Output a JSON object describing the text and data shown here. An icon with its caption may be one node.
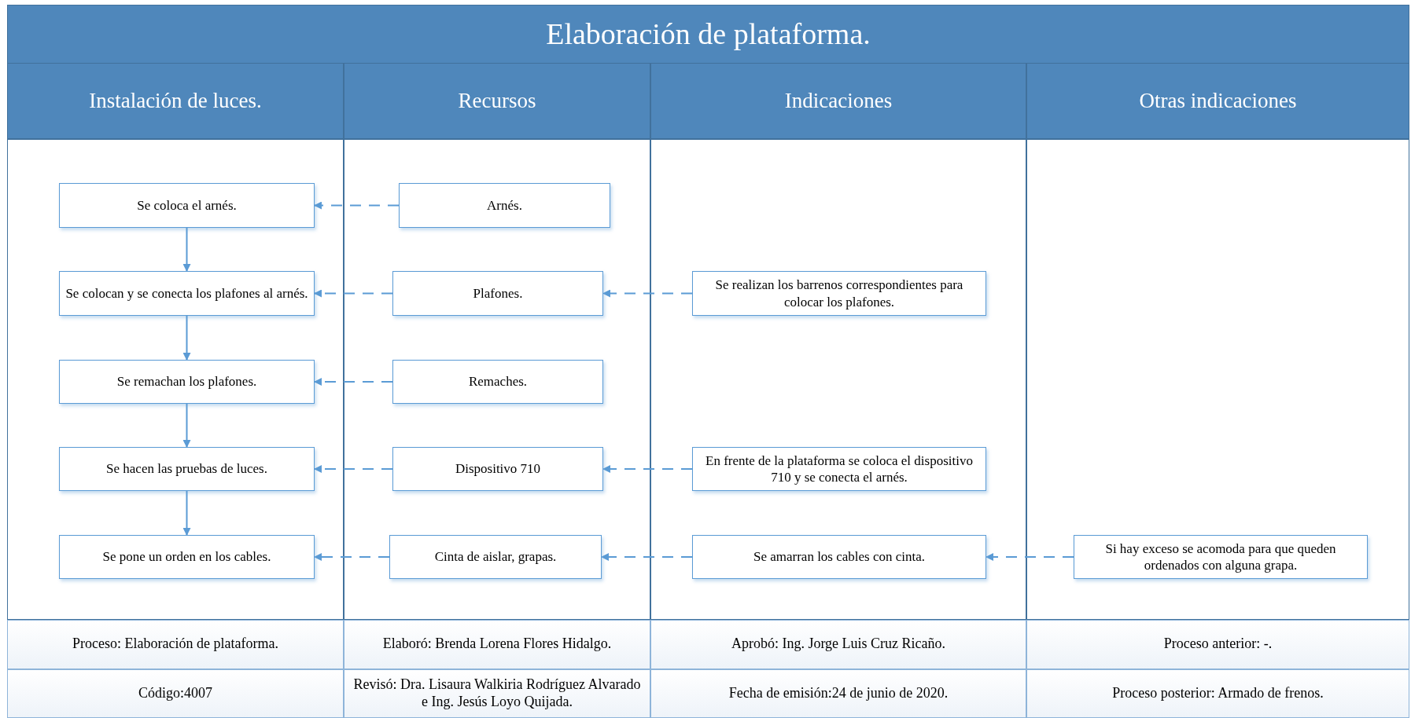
{
  "diagram": {
    "title": "Elaboración de plataforma.",
    "nodes": [
      {
        "text": [
          "Instalación de luces."
        ]
      },
      {
        "text": [
          "Recursos"
        ]
      },
      {
        "text": [
          "Indicaciones"
        ]
      },
      {
        "text": [
          "Otras indicaciones"
        ]
      },
      {
        "text": [
          "Se coloca el arnés."
        ],
        "in": 0
      },
      {
        "text": [
          "Se colocan y se conecta los plafones al arnés."
        ],
        "in": 0
      },
      {
        "text": [
          "Se remachan los plafones."
        ],
        "in": 0
      },
      {
        "text": [
          "Se hacen las pruebas de luces."
        ],
        "in": 0
      },
      {
        "text": [
          "Se pone un orden en los cables."
        ],
        "in": 0
      },
      {
        "text": [
          "Arnés."
        ],
        "in": 1
      },
      {
        "text": [
          "Plafones."
        ],
        "in": 1
      },
      {
        "text": [
          "Remaches."
        ],
        "in": 1
      },
      {
        "text": [
          "Dispositivo 710"
        ],
        "in": 1
      },
      {
        "text": [
          "Cinta de aislar, grapas."
        ],
        "in": 1
      },
      {
        "text": [
          "Se realizan los barrenos correspondientes para colocar los plafones."
        ],
        "in": 2
      },
      {
        "text": [
          "En frente de la plataforma se coloca el dispositivo 710 y se conecta el arnés."
        ],
        "in": 2
      },
      {
        "text": [
          "Se amarran los cables con cinta."
        ],
        "in": 2
      },
      {
        "text": [
          "Si hay exceso se acomoda para que queden ordenados con alguna grapa."
        ],
        "in": 3
      }
    ],
    "edges": [
      {
        "from": 4,
        "to": 5,
        "arrow": "to"
      },
      {
        "from": 5,
        "to": 6,
        "arrow": "to"
      },
      {
        "from": 6,
        "to": 7,
        "arrow": "to"
      },
      {
        "from": 7,
        "to": 8,
        "arrow": "to"
      },
      {
        "from": 9,
        "to": 4,
        "arrow": "to",
        "style": "dashed"
      },
      {
        "from": 10,
        "to": 5,
        "arrow": "to",
        "style": "dashed"
      },
      {
        "from": 11,
        "to": 6,
        "arrow": "to",
        "style": "dashed"
      },
      {
        "from": 12,
        "to": 7,
        "arrow": "to",
        "style": "dashed"
      },
      {
        "from": 13,
        "to": 8,
        "arrow": "to",
        "style": "dashed"
      },
      {
        "from": 14,
        "to": 10,
        "arrow": "to",
        "style": "dashed"
      },
      {
        "from": 15,
        "to": 12,
        "arrow": "to",
        "style": "dashed"
      },
      {
        "from": 16,
        "to": 13,
        "arrow": "to",
        "style": "dashed"
      },
      {
        "from": 17,
        "to": 16,
        "arrow": "to",
        "style": "dashed"
      }
    ],
    "labels": [
      "Proceso: Elaboración de plataforma.",
      "Elaboró: Brenda Lorena Flores Hidalgo.",
      "Aprobó: Ing. Jorge Luis Cruz Ricaño.",
      "Proceso anterior: -.",
      "Código:4007",
      "Revisó: Dra. Lisaura Walkiria Rodríguez Alvarado e Ing. Jesús Loyo Quijada.",
      "Fecha de emisión:24 de junio de 2020.",
      "Proceso posterior: Armado de frenos."
    ]
  }
}
